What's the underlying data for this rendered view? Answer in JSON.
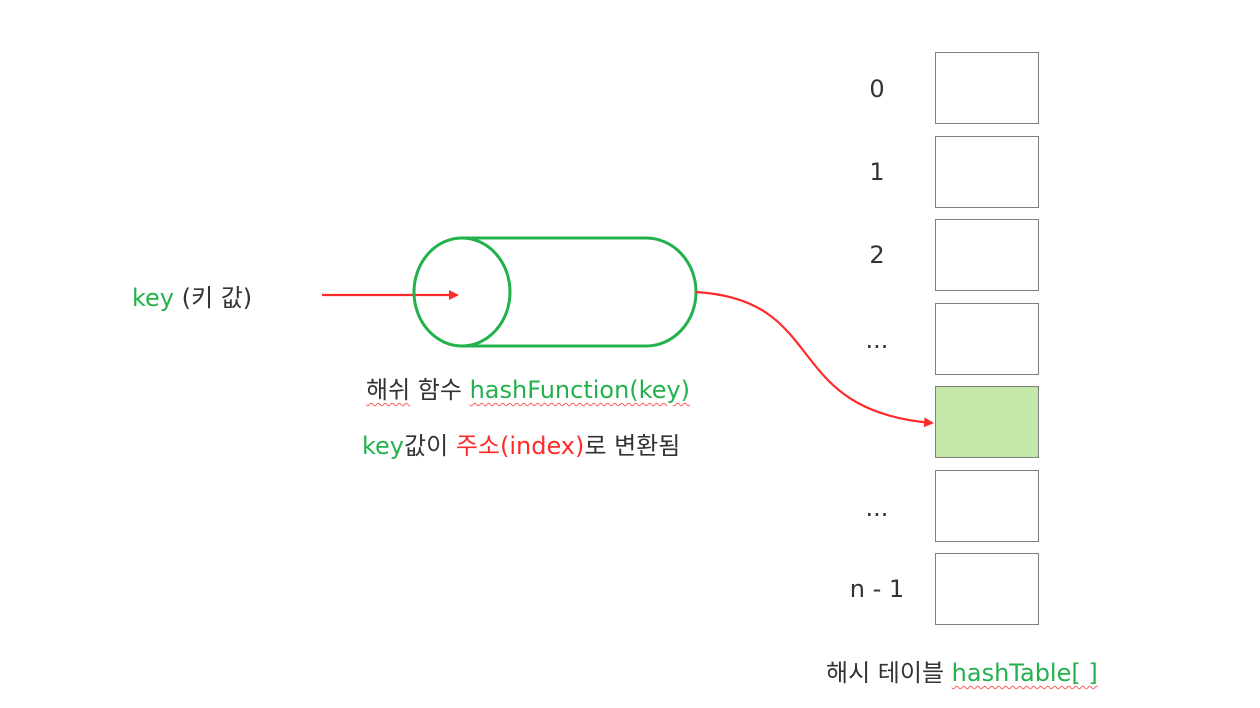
{
  "key_label": {
    "key": "key",
    "rest": " (키 값)"
  },
  "function_label": {
    "prefix": "해쉬 함수 ",
    "prefix_word": "해쉬",
    "prefix_rest": " 함수 ",
    "name": "hashFunction(key)"
  },
  "converted_label": {
    "key": "key",
    "part1": "값이 ",
    "address": "주소(index)",
    "part2": "로 변환됨"
  },
  "table": {
    "indices": [
      "0",
      "1",
      "2",
      "...",
      "",
      "...",
      "n - 1"
    ],
    "highlighted_row": 4,
    "caption_prefix": "해시 테이블 ",
    "caption_name": "hashTable[ ]"
  },
  "colors": {
    "green": "#22b14c",
    "red": "#ff2a2a",
    "highlight": "#c3e8a9",
    "border": "#7f7f7f"
  }
}
